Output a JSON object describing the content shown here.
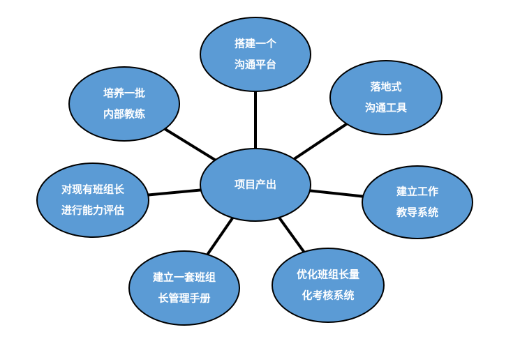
{
  "diagram": {
    "center": {
      "id": "center",
      "lines": [
        "项目产出"
      ]
    },
    "nodes": [
      {
        "id": "platform",
        "lines": [
          "搭建一个",
          "沟通平台"
        ]
      },
      {
        "id": "tools",
        "lines": [
          "落地式",
          "沟通工具"
        ]
      },
      {
        "id": "system",
        "lines": [
          "建立工作",
          "教导系统"
        ]
      },
      {
        "id": "metrics",
        "lines": [
          "优化班组长量",
          "化考核系统"
        ]
      },
      {
        "id": "manual",
        "lines": [
          "建立一套班组",
          "长管理手册"
        ]
      },
      {
        "id": "assess",
        "lines": [
          "对现有班组长",
          "进行能力评估"
        ]
      },
      {
        "id": "coaches",
        "lines": [
          "培养一批",
          "内部教练"
        ]
      }
    ]
  },
  "colors": {
    "node_fill": "#5b9bd5",
    "node_stroke": "#000000",
    "connector": "#000000",
    "text": "#ffffff"
  }
}
